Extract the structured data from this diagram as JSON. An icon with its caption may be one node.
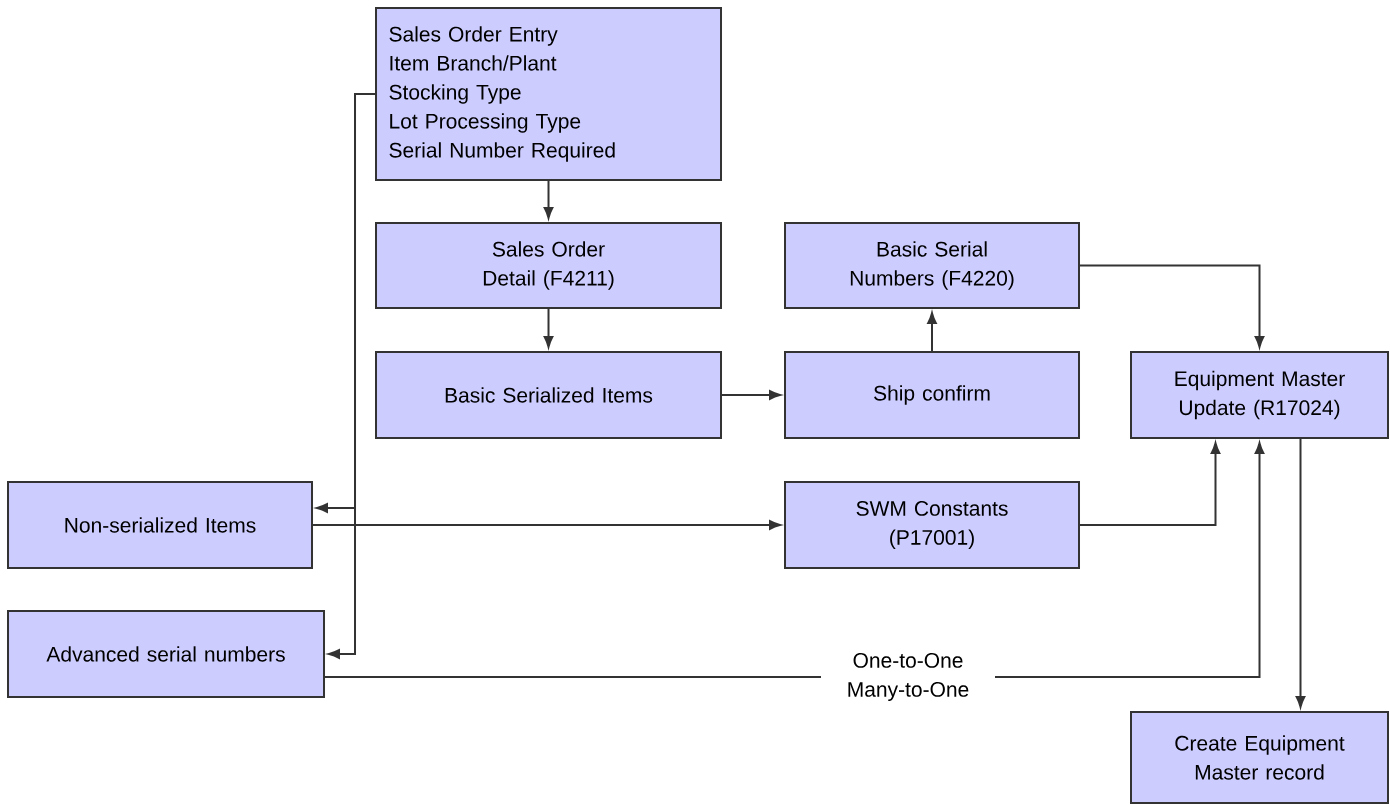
{
  "diagram": {
    "nodes": [
      {
        "text": [
          "Sales Order Entry",
          "Item Branch/Plant",
          "Stocking Type",
          "Lot Processing Type",
          "Serial Number Required"
        ]
      },
      {
        "text": [
          "Sales Order Detail (F4211)"
        ]
      },
      {
        "text": [
          "Basic Serialized Items"
        ]
      },
      {
        "text": [
          "Basic Serial Numbers (F4220)"
        ]
      },
      {
        "text": [
          "Ship confirm"
        ]
      },
      {
        "text": [
          "Equipment Master Update (R17024)"
        ]
      },
      {
        "text": [
          "Non-serialized Items"
        ]
      },
      {
        "text": [
          "SWM Constants (P17001)"
        ]
      },
      {
        "text": [
          "Advanced serial numbers"
        ]
      },
      {
        "text": [
          "Create Equipment Master record"
        ]
      }
    ],
    "edges": [
      {
        "from": 0,
        "to": 1,
        "arrow": "to"
      },
      {
        "from": 1,
        "to": 2,
        "arrow": "to"
      },
      {
        "from": 2,
        "to": 4,
        "arrow": "to"
      },
      {
        "from": 4,
        "to": 3,
        "arrow": "to"
      },
      {
        "from": 3,
        "to": 5,
        "arrow": "to"
      },
      {
        "from": 0,
        "to": 6,
        "arrow": "to"
      },
      {
        "from": 0,
        "to": 8,
        "arrow": "to"
      },
      {
        "from": 6,
        "to": 7,
        "arrow": "to"
      },
      {
        "from": 7,
        "to": 5,
        "arrow": "to"
      },
      {
        "from": 8,
        "to": 5,
        "arrow": "to",
        "label": "One-to-One Many-to-One"
      },
      {
        "from": 5,
        "to": 9,
        "arrow": "to"
      }
    ]
  }
}
